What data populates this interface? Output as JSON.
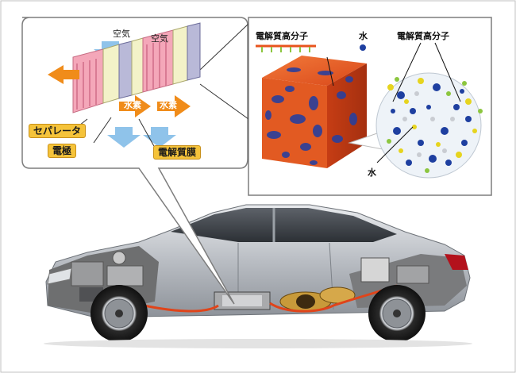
{
  "cell_diagram": {
    "air_label_1": "空気",
    "air_label_2": "空気",
    "hydrogen_label_1": "水素",
    "hydrogen_label_2": "水素",
    "separator_label": "セパレータ",
    "electrode_label": "電極",
    "membrane_label": "電解質膜"
  },
  "molecular_view": {
    "polymer_label_left": "電解質高分子",
    "water_label_top": "水",
    "polymer_label_right": "電解質高分子",
    "water_label_bottom": "水"
  },
  "colors": {
    "separator": "#f4a7b9",
    "hydrogen_arrow": "#f08c1a",
    "air_arrow": "#8fc3ea",
    "tag_background": "#f5c33a",
    "polymer": "#e8541e",
    "water": "#1e3fa0"
  }
}
